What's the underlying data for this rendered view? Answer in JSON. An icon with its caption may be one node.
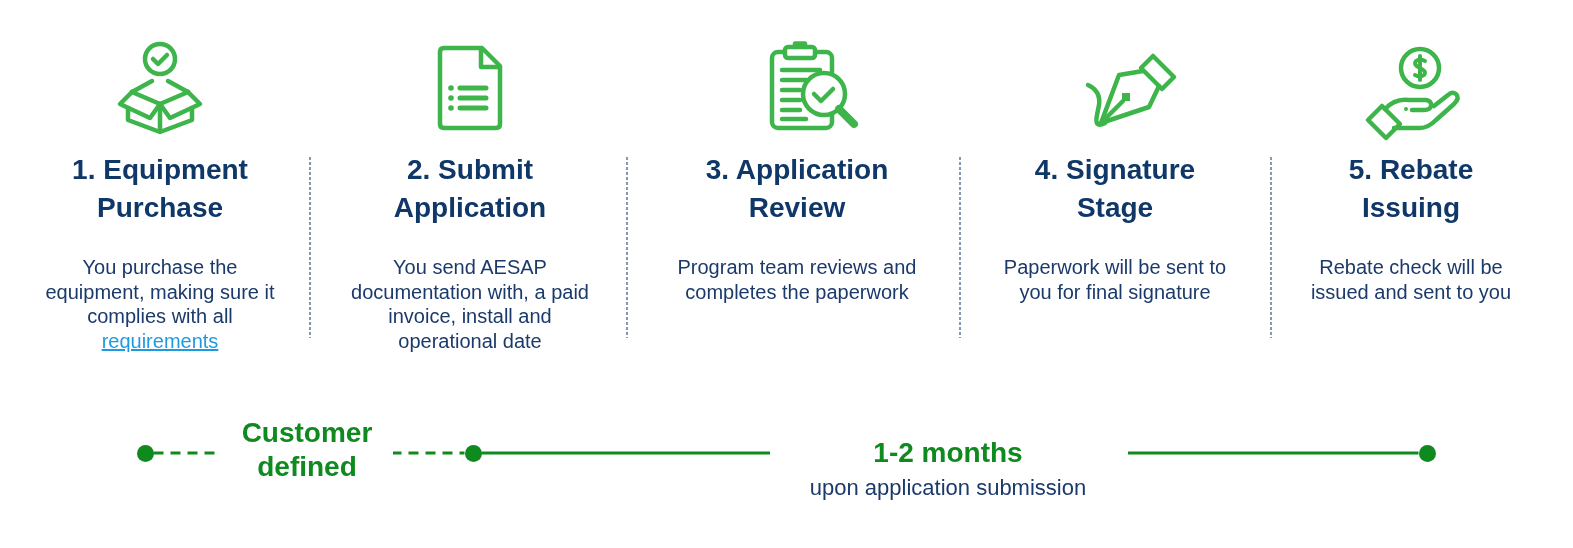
{
  "diagram": {
    "nodes": [
      {
        "text": [
          "1. Equipment Purchase",
          "You purchase the equipment, making sure it complies with all *requirements*"
        ]
      },
      {
        "text": [
          "2. Submit Application",
          "You send AESAP documentation with, a paid invoice, install and operational date"
        ]
      },
      {
        "text": [
          "3. Application Review",
          "Program team reviews and completes the paperwork"
        ]
      },
      {
        "text": [
          "4. Signature Stage",
          "Paperwork will be sent to you for final signature"
        ]
      },
      {
        "text": [
          "5. Rebate Issuing",
          "Rebate check will be issued and sent to you"
        ]
      },
      {
        "text": [],
        "shape": "circle"
      },
      {
        "text": [],
        "shape": "circle"
      },
      {
        "text": [],
        "shape": "circle"
      }
    ],
    "edges": [
      {
        "from": 5,
        "to": 6,
        "arrow": "none",
        "label": "Customer defined",
        "style": "dashed"
      },
      {
        "from": 6,
        "to": 7,
        "arrow": "none",
        "label": "1-2 months"
      }
    ],
    "labels": [
      "upon application submission"
    ]
  }
}
